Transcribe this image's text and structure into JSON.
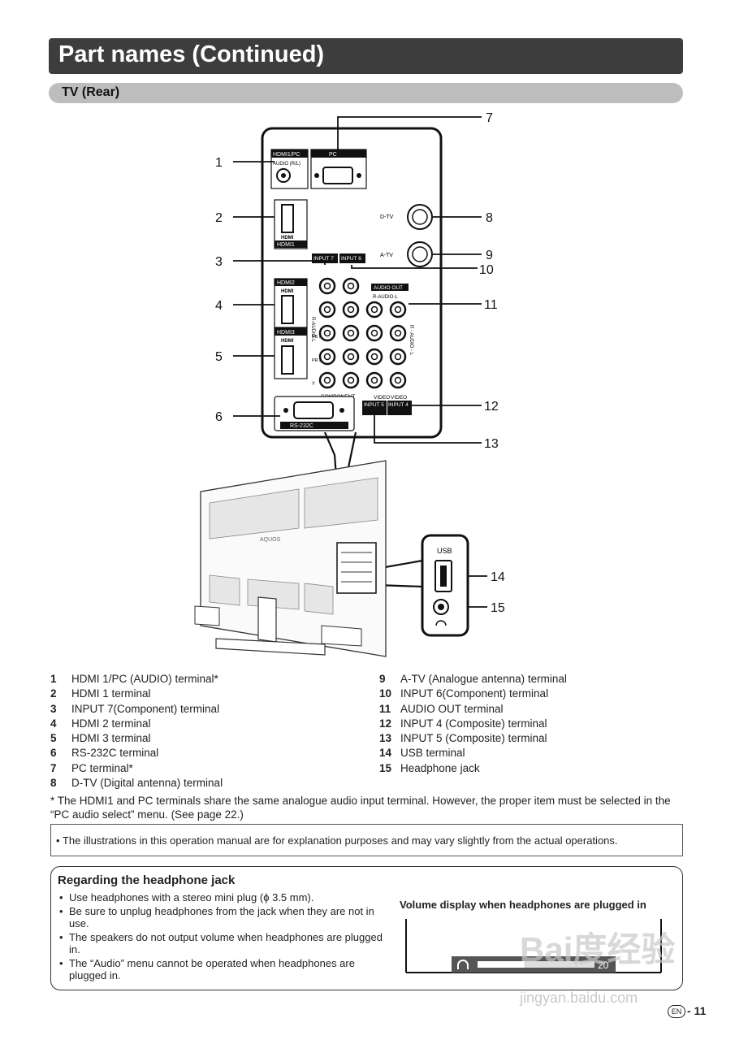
{
  "header": {
    "title": "Part names (Continued)",
    "section": "TV (Rear)"
  },
  "callouts": [
    "1",
    "2",
    "3",
    "4",
    "5",
    "6",
    "7",
    "8",
    "9",
    "10",
    "11",
    "12",
    "13",
    "14",
    "15"
  ],
  "panel_labels": {
    "hdmi1pc": "HDMI1/PC",
    "audio_rl": "AUDIO (R/L)",
    "pc": "PC",
    "hdmi_logo": "HDMI",
    "hdmi1": "HDMI1",
    "hdmi2": "HDMI2",
    "hdmi3": "HDMI3",
    "dtv": "D-TV",
    "atv": "A-TV",
    "input7": "INPUT 7",
    "input6": "INPUT 6",
    "audio_out": "AUDIO OUT",
    "r_audio_l": "R-AUDIO-L",
    "r_audio_l_vert": "R - AUDIO - L",
    "pb": "PB (CB)",
    "pr": "PR (CR)",
    "y": "Y",
    "component": "COMPONENT",
    "video": "VIDEO",
    "input5": "INPUT 5",
    "input4": "INPUT 4",
    "rs232c": "RS-232C",
    "usb": "USB",
    "aquos": "AQUOS"
  },
  "parts_left": [
    {
      "num": "1",
      "label": "HDMI 1/PC (AUDIO) terminal*"
    },
    {
      "num": "2",
      "label": "HDMI 1 terminal"
    },
    {
      "num": "3",
      "label": "INPUT 7(Component) terminal"
    },
    {
      "num": "4",
      "label": "HDMI 2 terminal"
    },
    {
      "num": "5",
      "label": "HDMI 3 terminal"
    },
    {
      "num": "6",
      "label": "RS-232C terminal"
    },
    {
      "num": "7",
      "label": "PC terminal*"
    },
    {
      "num": "8",
      "label": "D-TV (Digital antenna) terminal"
    }
  ],
  "parts_right": [
    {
      "num": "9",
      "label": "A-TV (Analogue antenna) terminal"
    },
    {
      "num": "10",
      "label": "INPUT 6(Component) terminal"
    },
    {
      "num": "11",
      "label": "AUDIO OUT terminal"
    },
    {
      "num": "12",
      "label": "INPUT 4 (Composite) terminal"
    },
    {
      "num": "13",
      "label": "INPUT 5 (Composite) terminal"
    },
    {
      "num": "14",
      "label": "USB terminal"
    },
    {
      "num": "15",
      "label": "Headphone jack"
    }
  ],
  "footnote": "* The HDMI1 and PC terminals share the same analogue audio input terminal. However, the proper item must be selected in the “PC audio select” menu. (See page 22.)",
  "note": "• The illustrations in this operation manual are for explanation purposes and may vary slightly from the actual operations.",
  "headphone": {
    "title": "Regarding the headphone jack",
    "items": [
      "Use headphones with a stereo mini plug (ϕ 3.5 mm).",
      "Be sure to unplug headphones from the jack when they are not in use.",
      "The speakers do not output volume when headphones are plugged in.",
      "The “Audio” menu cannot be operated when headphones are plugged in."
    ],
    "volume_title": "Volume display when headphones are plugged in",
    "volume_value": "20",
    "volume_level": 0.4
  },
  "footer": {
    "lang": "EN",
    "page": "- 11"
  },
  "watermark": {
    "text": "Bai度经验",
    "url": "jingyan.baidu.com"
  }
}
